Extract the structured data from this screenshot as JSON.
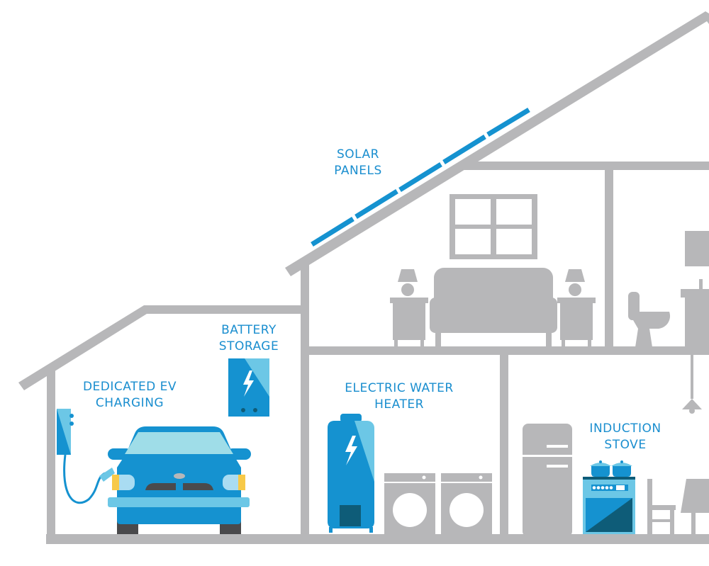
{
  "colors": {
    "structure_gray": "#b7b7b9",
    "accent_blue": "#1592d0",
    "light_blue": "#6cc7e6",
    "label_blue": "#1a8ecf",
    "dark_teal": "#0e5c78",
    "tire_dark": "#4a4a4c",
    "headlight_yellow": "#f7c948"
  },
  "labels": {
    "solar": [
      "SOLAR",
      "PANELS"
    ],
    "battery": [
      "BATTERY",
      "STORAGE"
    ],
    "ev": [
      "DEDICATED EV",
      "CHARGING"
    ],
    "water_heater": [
      "ELECTRIC WATER",
      "HEATER"
    ],
    "stove": [
      "INDUCTION",
      "STOVE"
    ]
  }
}
